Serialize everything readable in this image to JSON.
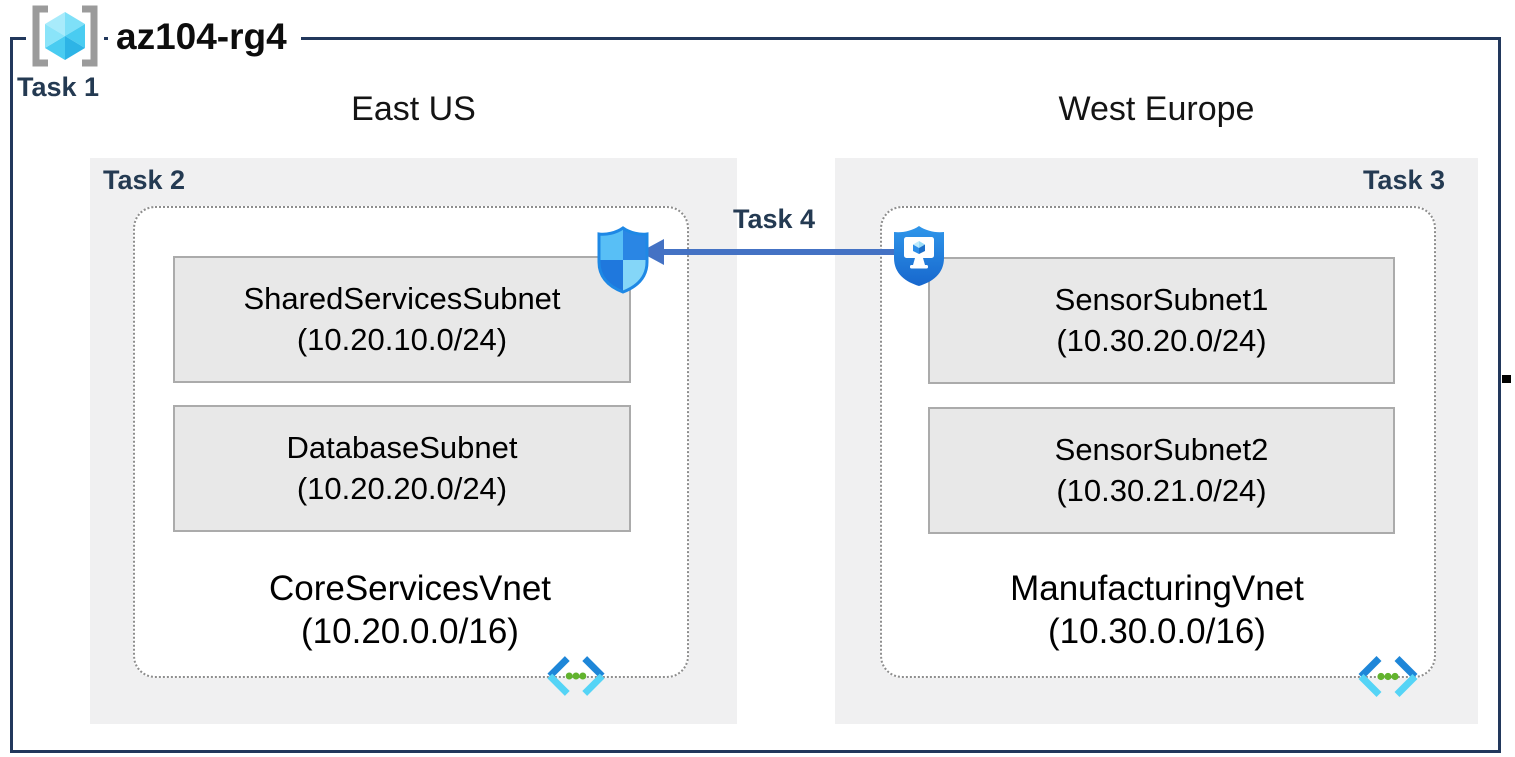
{
  "colors": {
    "border_navy": "#22385c",
    "task_label": "#243a52",
    "title_text": "#0d0d0d",
    "region_bg": "#f0f0f1",
    "subnet_bg": "#e8e8e8",
    "subnet_border": "#ababab",
    "dotted_border": "#8e8e8e",
    "arrow_blue": "#4472c4"
  },
  "resource_group": {
    "name": "az104-rg4",
    "task_label": "Task 1",
    "icon": "resource-group-icon"
  },
  "regions": [
    {
      "name": "East US",
      "task_label": "Task 2",
      "attached_icon": "nsg-shield-icon",
      "vnet": {
        "name": "CoreServicesVnet",
        "cidr": "(10.20.0.0/16)",
        "icon": "virtual-network-icon",
        "subnets": [
          {
            "name": "SharedServicesSubnet",
            "cidr": "(10.20.10.0/24)"
          },
          {
            "name": "DatabaseSubnet",
            "cidr": "(10.20.20.0/24)"
          }
        ]
      }
    },
    {
      "name": "West Europe",
      "task_label": "Task 3",
      "attached_icon": "bastion-shield-icon",
      "vnet": {
        "name": "ManufacturingVnet",
        "cidr": "(10.30.0.0/16)",
        "icon": "virtual-network-icon",
        "subnets": [
          {
            "name": "SensorSubnet1",
            "cidr": "(10.30.20.0/24)"
          },
          {
            "name": "SensorSubnet2",
            "cidr": "(10.30.21.0/24)"
          }
        ]
      }
    }
  ],
  "connection": {
    "task_label": "Task 4",
    "direction": "right-to-left"
  }
}
